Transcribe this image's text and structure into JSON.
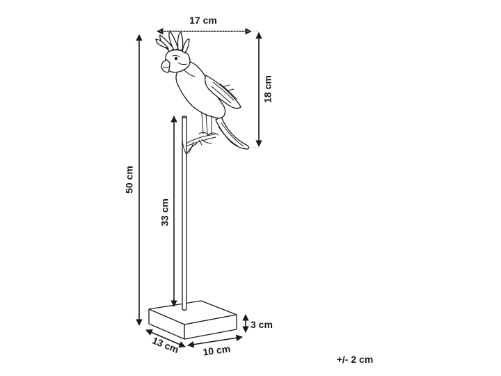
{
  "dimensions": {
    "width_top": "17 cm",
    "bird_height": "18 cm",
    "total_height": "50 cm",
    "rod_height": "33 cm",
    "base_height": "3 cm",
    "base_depth": "13 cm",
    "base_width": "10 cm"
  },
  "tolerance": "+/- 2 cm",
  "colors": {
    "line": "#1a1a1a",
    "extension_line": "#b0b0b0",
    "background": "#ffffff"
  }
}
